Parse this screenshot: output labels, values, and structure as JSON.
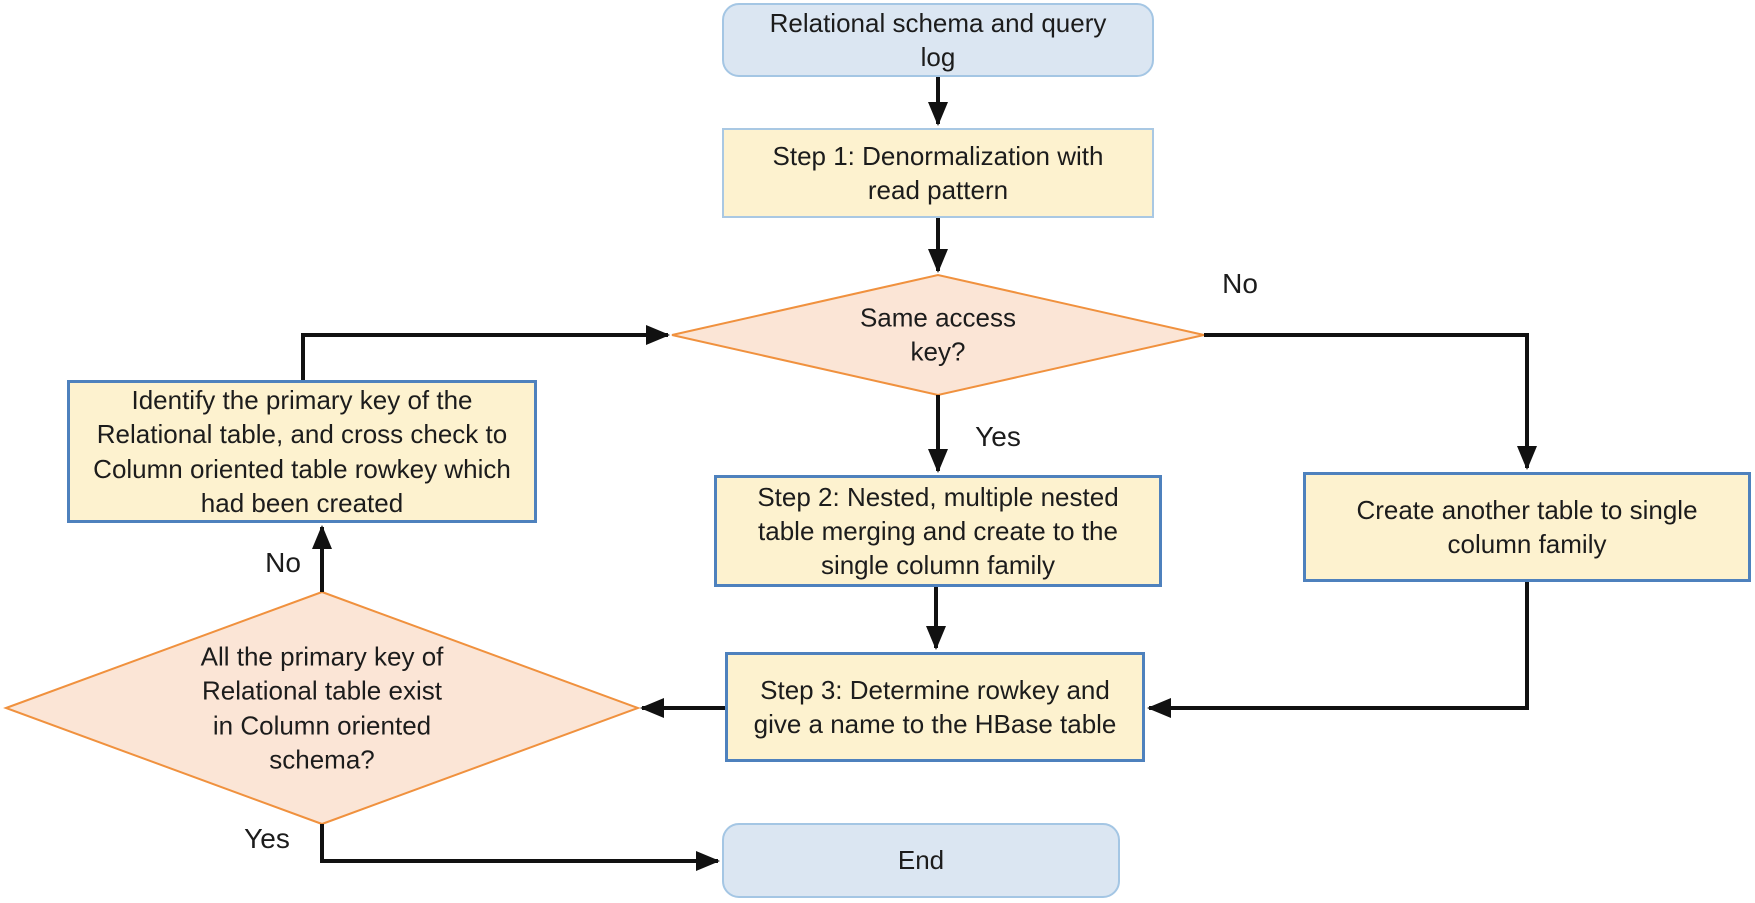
{
  "diagram": {
    "type": "flowchart",
    "nodes": {
      "start": "Relational schema and query\nlog",
      "step1": "Step 1: Denormalization with\nread pattern",
      "decision_access_key": "Same access\nkey?",
      "step2": "Step 2: Nested, multiple nested\ntable merging and create to the\nsingle column family",
      "create_table": "Create another table to single\ncolumn family",
      "step3": "Step 3: Determine rowkey and\ngive a name to the HBase table",
      "identify": "Identify the primary key of the\nRelational table, and cross check to\nColumn oriented table rowkey which\nhad been created",
      "decision_primary_key": "All the primary key of\nRelational table exist\nin Column oriented\nschema?",
      "end": "End"
    },
    "edge_labels": {
      "no_right": "No",
      "yes_center": "Yes",
      "no_left": "No",
      "yes_left": "Yes"
    },
    "colors": {
      "terminal_fill": "#DBE6F2",
      "terminal_border": "#A4C6E4",
      "process_fill": "#FDF2CF",
      "process_border": "#4E81BD",
      "step1_border": "#A9C8E3",
      "decision_fill": "#FBE5D6",
      "decision_border": "#F0913E",
      "arrow": "#111111",
      "text": "#1C1C1C"
    }
  }
}
